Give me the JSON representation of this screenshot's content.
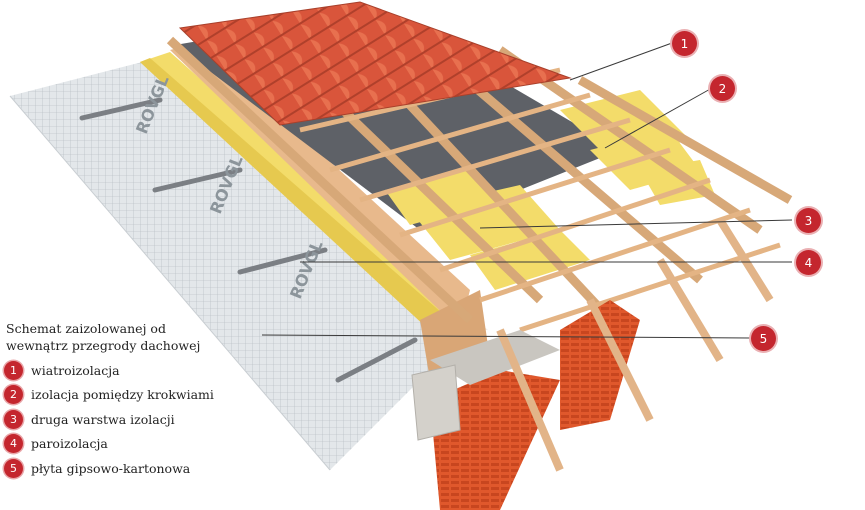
{
  "legend": {
    "title": "Schemat zaizolowanej od wewnątrz przegrody dachowej",
    "items": [
      {
        "num": "1",
        "label": "wiatroizolacja"
      },
      {
        "num": "2",
        "label": "izolacja pomiędzy krokwiami"
      },
      {
        "num": "3",
        "label": "druga warstwa izolacji"
      },
      {
        "num": "4",
        "label": "paroizolacja"
      },
      {
        "num": "5",
        "label": "płyta gipsowo-kartonowa"
      }
    ]
  },
  "callouts": [
    "1",
    "2",
    "3",
    "4",
    "5"
  ],
  "brand_watermark": "ROVGL",
  "colors": {
    "badge": "#c4262e",
    "tile": "#d9553b",
    "timber": "#e8b98c",
    "insulation": "#f3dc6a",
    "membrane": "#5e6167",
    "vapor_foil": "#d8dde0",
    "brick": "#e0582c",
    "concrete": "#c9c6c0"
  }
}
